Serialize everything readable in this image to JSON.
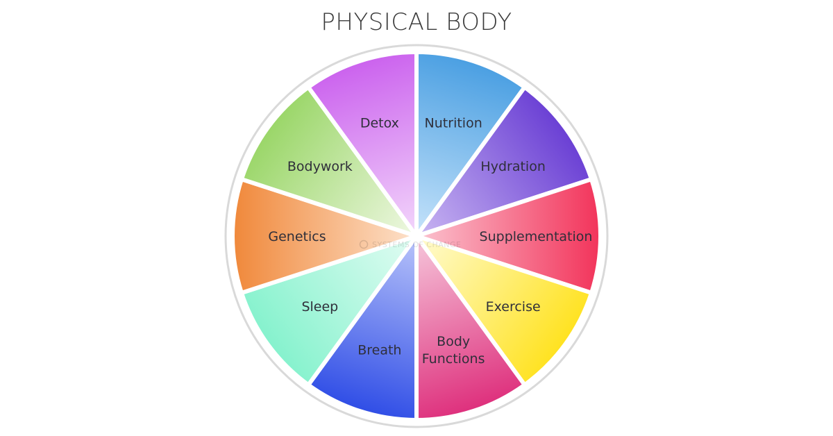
{
  "title": "PHYSICAL BODY",
  "watermark": "SYSTEMS OF CHANGE",
  "wheel": {
    "segments": [
      {
        "key": "nutrition",
        "label_lines": [
          "Nutrition"
        ],
        "color_outer": "#4a9fe2",
        "color_inner": "#c6e3fa"
      },
      {
        "key": "hydration",
        "label_lines": [
          "Hydration"
        ],
        "color_outer": "#6a3fd4",
        "color_inner": "#c9b6f2"
      },
      {
        "key": "supplementation",
        "label_lines": [
          "Supplementation"
        ],
        "color_outer": "#f2335a",
        "color_inner": "#fbc4d0"
      },
      {
        "key": "exercise",
        "label_lines": [
          "Exercise"
        ],
        "color_outer": "#ffe21f",
        "color_inner": "#fffbd2"
      },
      {
        "key": "body-functions",
        "label_lines": [
          "Body",
          "Functions"
        ],
        "color_outer": "#de2f7c",
        "color_inner": "#f6c8dc"
      },
      {
        "key": "breath",
        "label_lines": [
          "Breath"
        ],
        "color_outer": "#2f4de6",
        "color_inner": "#b9c4fa"
      },
      {
        "key": "sleep",
        "label_lines": [
          "Sleep"
        ],
        "color_outer": "#85f2cd",
        "color_inner": "#e2fcf3"
      },
      {
        "key": "genetics",
        "label_lines": [
          "Genetics"
        ],
        "color_outer": "#f0883a",
        "color_inner": "#fde2cc"
      },
      {
        "key": "bodywork",
        "label_lines": [
          "Bodywork"
        ],
        "color_outer": "#9ad668",
        "color_inner": "#eff8e3"
      },
      {
        "key": "detox",
        "label_lines": [
          "Detox"
        ],
        "color_outer": "#cb62ee",
        "color_inner": "#f3d7fb"
      }
    ],
    "ring_color": "#d9d9d9",
    "gap_color": "#ffffff"
  }
}
